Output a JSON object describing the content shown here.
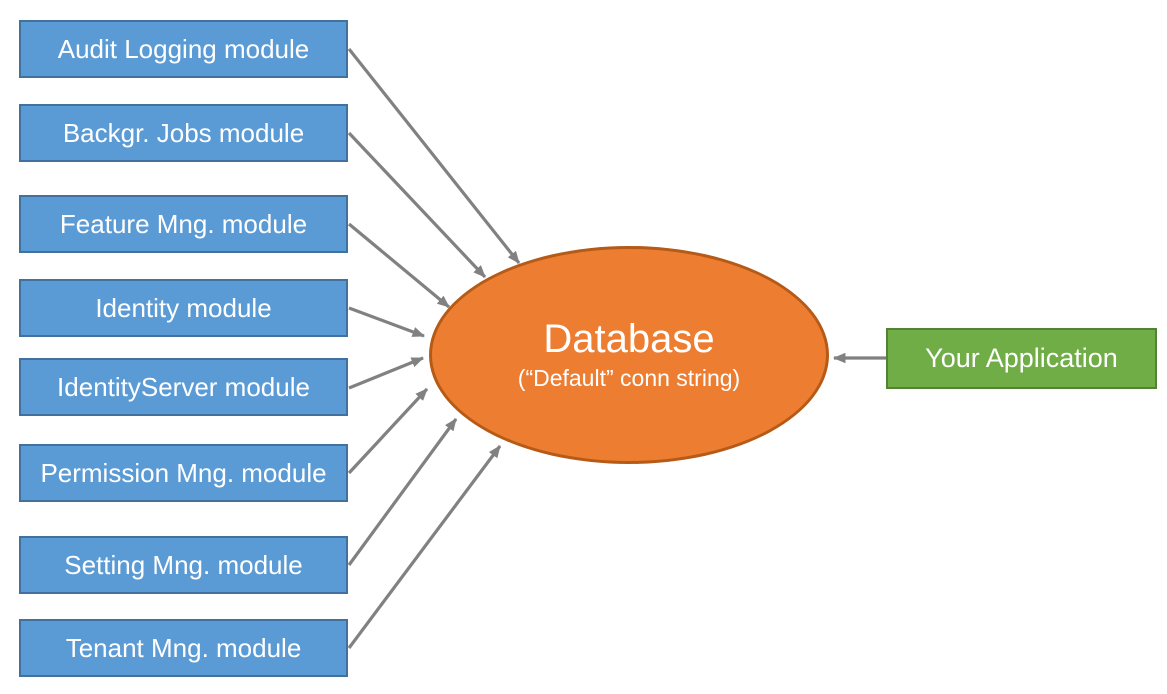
{
  "modules": [
    {
      "label": "Audit Logging module"
    },
    {
      "label": "Backgr. Jobs module"
    },
    {
      "label": "Feature Mng. module"
    },
    {
      "label": "Identity module"
    },
    {
      "label": "IdentityServer module"
    },
    {
      "label": "Permission Mng. module"
    },
    {
      "label": "Setting Mng. module"
    },
    {
      "label": "Tenant Mng. module"
    }
  ],
  "database": {
    "title": "Database",
    "subtitle": "(“Default” conn string)"
  },
  "application": {
    "label": "Your Application"
  },
  "connections": [
    {
      "from": "Audit Logging module",
      "to": "Database"
    },
    {
      "from": "Backgr. Jobs module",
      "to": "Database"
    },
    {
      "from": "Feature Mng. module",
      "to": "Database"
    },
    {
      "from": "Identity module",
      "to": "Database"
    },
    {
      "from": "IdentityServer module",
      "to": "Database"
    },
    {
      "from": "Permission Mng. module",
      "to": "Database"
    },
    {
      "from": "Setting Mng. module",
      "to": "Database"
    },
    {
      "from": "Tenant Mng. module",
      "to": "Database"
    },
    {
      "from": "Your Application",
      "to": "Database"
    }
  ],
  "colors": {
    "module_fill": "#5B9BD5",
    "module_border": "#41719C",
    "database_fill": "#ED7D31",
    "database_border": "#B55A17",
    "application_fill": "#70AD47",
    "application_border": "#548235",
    "connector": "#818181",
    "text": "#FFFFFF",
    "background": "#FFFFFF"
  }
}
